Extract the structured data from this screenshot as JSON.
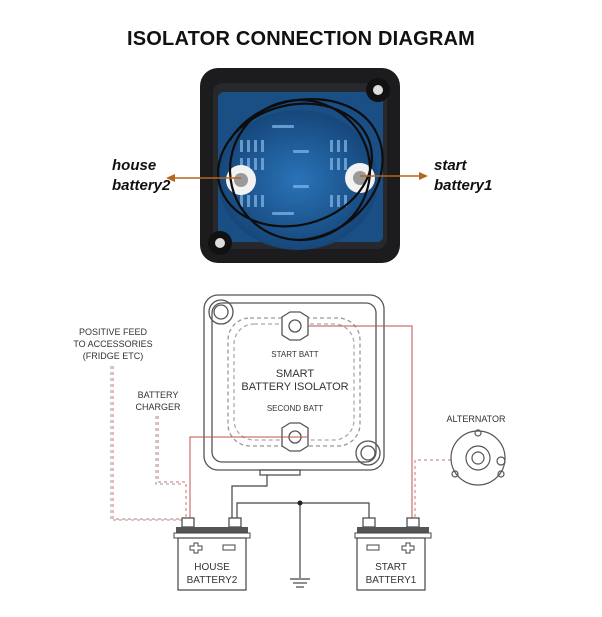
{
  "title": "ISOLATOR CONNECTION DIAGRAM",
  "photo": {
    "left_label_line1": "house",
    "left_label_line2": "battery2",
    "right_label_line1": "start",
    "right_label_line2": "battery1"
  },
  "diagram": {
    "isolator": {
      "top_terminal": "START BATT",
      "name_line1": "SMART",
      "name_line2": "BATTERY ISOLATOR",
      "bottom_terminal": "SECOND BATT"
    },
    "positive_feed": [
      "POSITIVE FEED",
      "TO ACCESSORIES",
      "(FRIDGE ETC)"
    ],
    "charger": [
      "BATTERY",
      "CHARGER"
    ],
    "alternator": "ALTERNATOR",
    "house_battery": [
      "HOUSE",
      "BATTERY2"
    ],
    "start_battery": [
      "START",
      "BATTERY1"
    ]
  },
  "colors": {
    "positive_wire": "#c0504d",
    "ground_wire": "#444444",
    "arrow": "#b5651d",
    "pcb_blue": "#1d5a9a"
  }
}
